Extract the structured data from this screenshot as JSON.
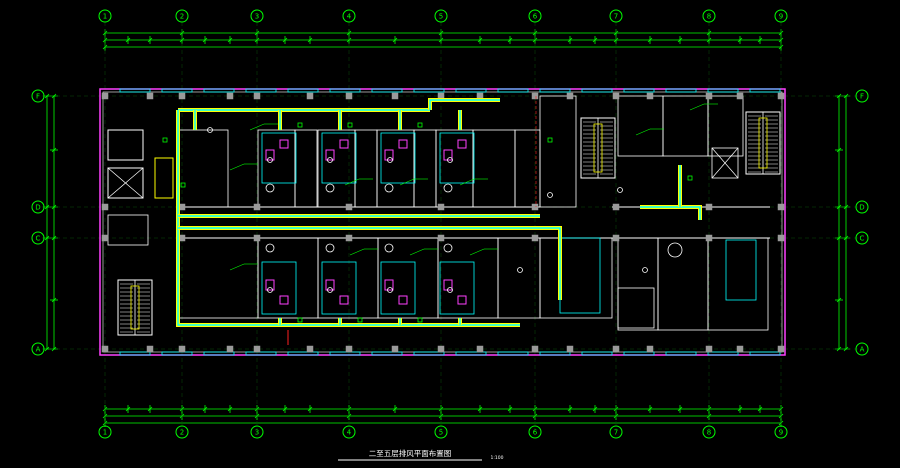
{
  "drawing": {
    "title": "二至五层排风平面布置图",
    "scale": "1:100"
  },
  "grid_columns": [
    "1",
    "2",
    "3",
    "4",
    "5",
    "6",
    "7",
    "8",
    "9"
  ],
  "grid_rows": [
    "F",
    "D",
    "C",
    "A"
  ],
  "colors": {
    "background": "#000000",
    "grid": "#00ff00",
    "wall": "#ffffff",
    "column": "#9a9a9a",
    "outline": "#ff40ff",
    "duct": "#ffff00",
    "duct_inner": "#00ffff",
    "furniture": "#ff40ff",
    "label": "#00ff00",
    "dim": "#00ff00",
    "fixture": "#00ffff",
    "accent": "#ff2020"
  }
}
